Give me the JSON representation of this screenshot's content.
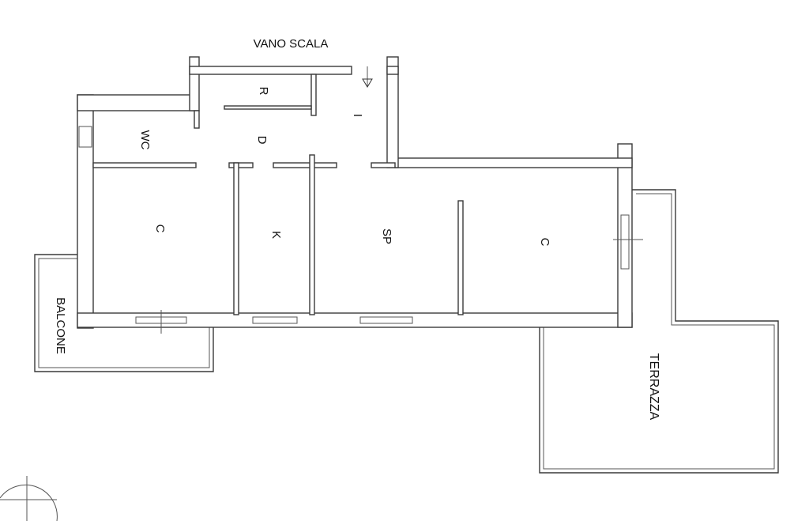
{
  "labels": {
    "vano_scala": "VANO SCALA",
    "r": "R",
    "i": "I",
    "d": "D",
    "wc": "WC",
    "c_left": "C",
    "k": "K",
    "sp": "SP",
    "c_right": "C",
    "balcone": "BALCONE",
    "terrazza": "TERRAZZA"
  }
}
